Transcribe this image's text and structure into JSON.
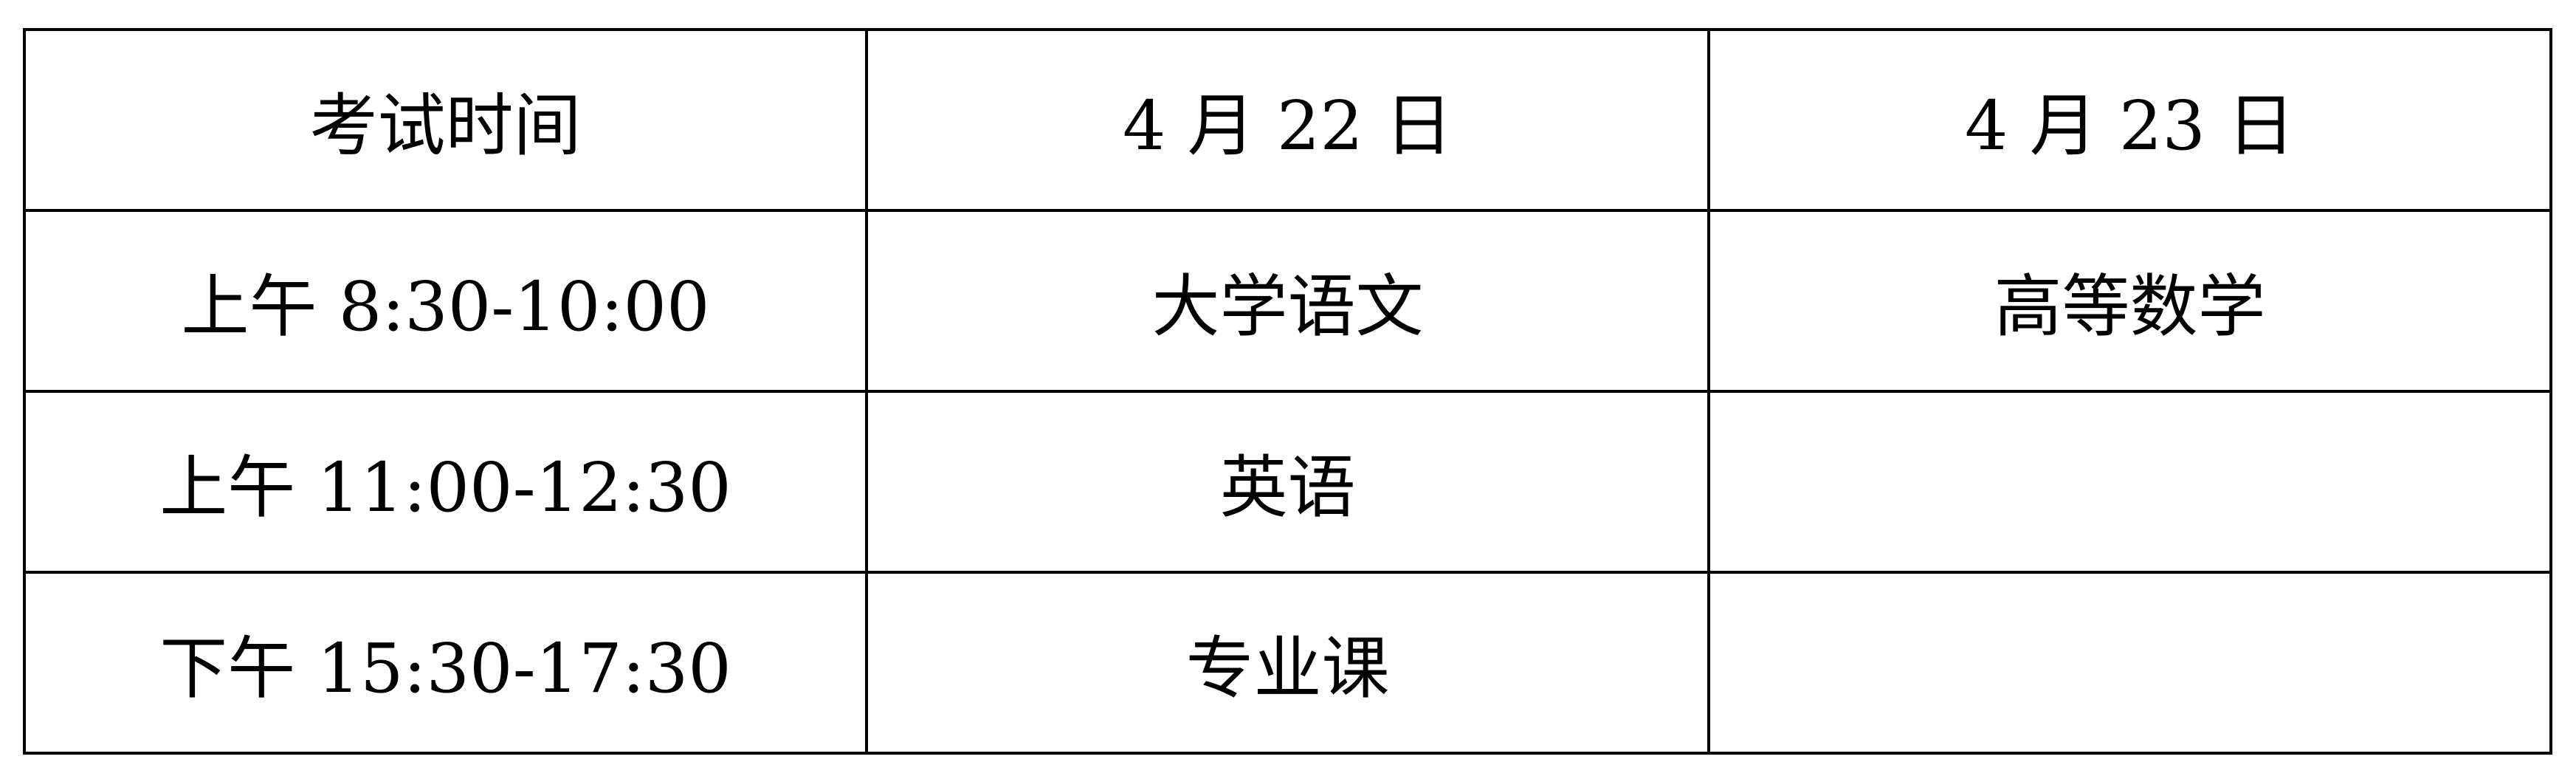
{
  "table": {
    "headers": [
      "考试时间",
      "4 月 22 日",
      "4 月 23 日"
    ],
    "rows": [
      [
        "上午 8:30-10:00",
        "大学语文",
        "高等数学"
      ],
      [
        "上午 11:00-12:30",
        "英语",
        ""
      ],
      [
        "下午 15:30-17:30",
        "专业课",
        ""
      ]
    ]
  }
}
